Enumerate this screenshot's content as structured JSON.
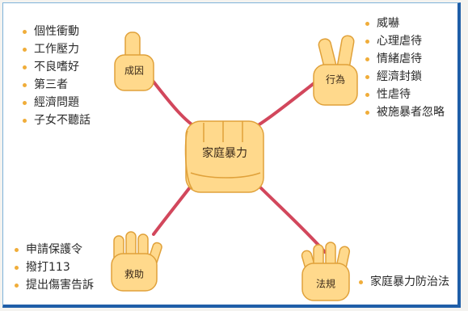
{
  "center": {
    "label": "家庭暴力"
  },
  "nodes": {
    "causes": {
      "label": "成因",
      "items": [
        "個性衝動",
        "工作壓力",
        "不良嗜好",
        "第三者",
        "經濟問題",
        "子女不聽話"
      ]
    },
    "behavior": {
      "label": "行為",
      "items": [
        "威嚇",
        "心理虐待",
        "情緒虐待",
        "經濟封鎖",
        "性虐待",
        "被施暴者忽略"
      ]
    },
    "help": {
      "label": "救助",
      "items": [
        "申請保護令",
        "撥打113",
        "提出傷害告訴"
      ]
    },
    "law": {
      "label": "法規",
      "items": [
        "家庭暴力防治法"
      ]
    }
  },
  "colors": {
    "frame_border": "#1f5ea8",
    "connector": "#d2475c",
    "skin": "#ffd98c",
    "skin_outline": "#e0a13a",
    "bullet": "#f0ad3a"
  }
}
